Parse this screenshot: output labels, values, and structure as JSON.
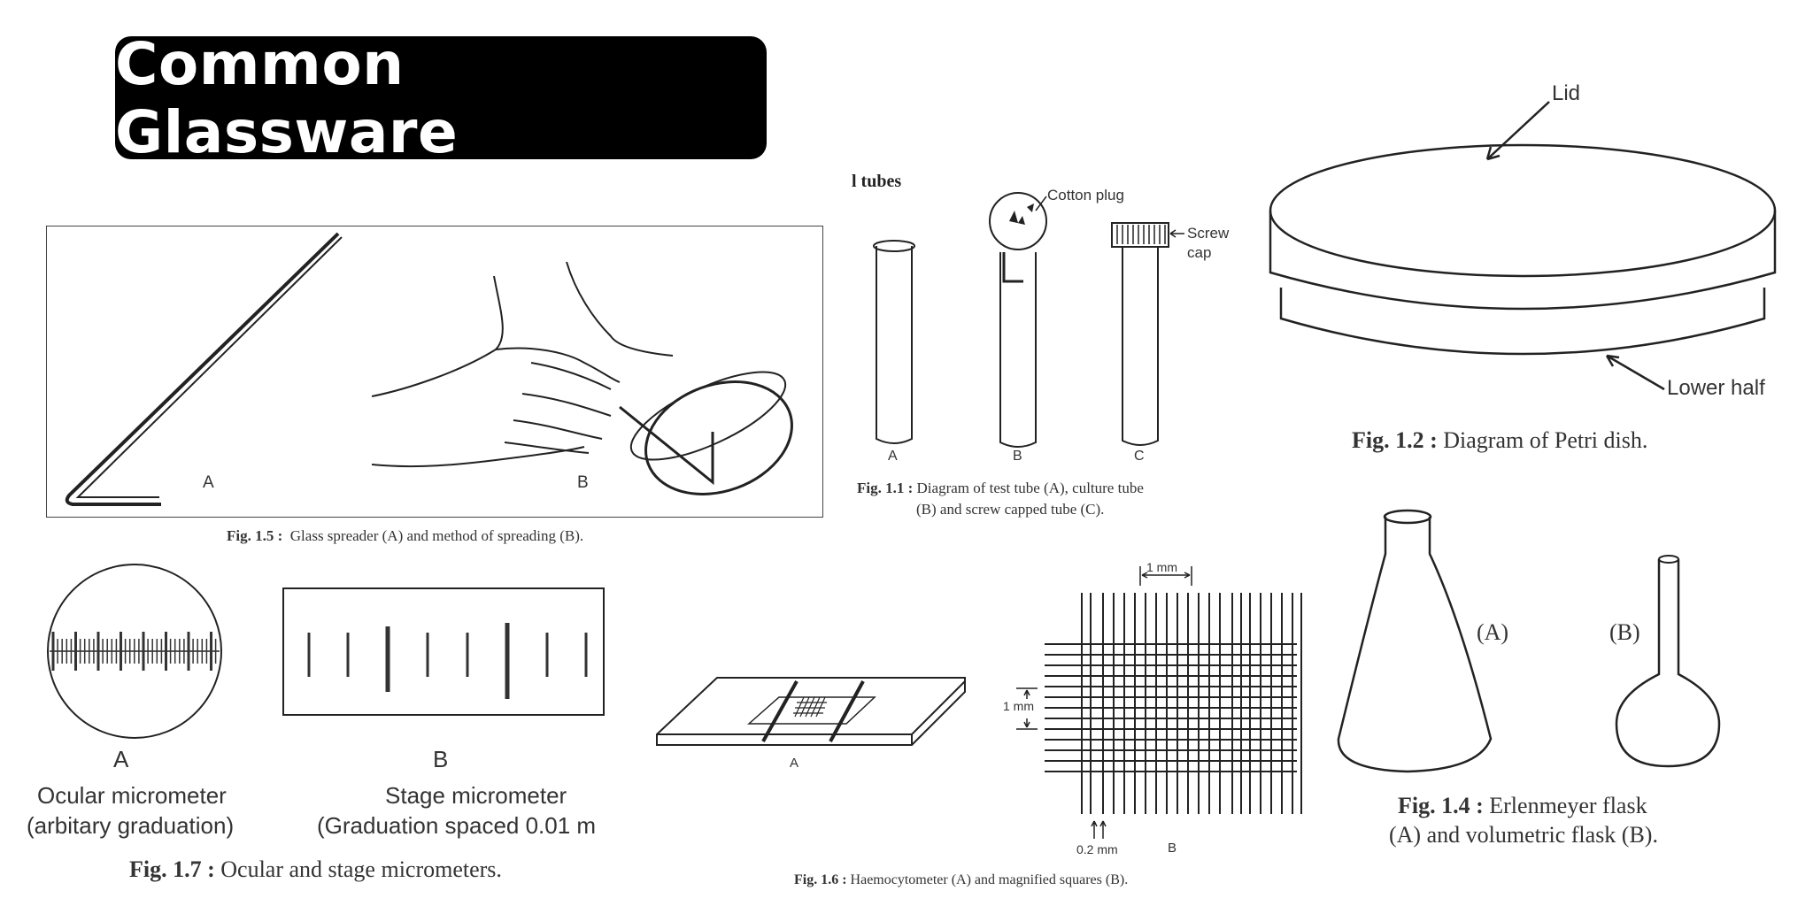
{
  "header": {
    "title": "Common Glassware"
  },
  "fig15": {
    "label_a": "A",
    "label_b": "B",
    "caption_num": "Fig. 1.5 :",
    "caption_text": "Glass spreader (A) and method of spreading (B)."
  },
  "fig11": {
    "heading": "l tubes",
    "cotton_plug": "Cotton plug",
    "screw": "Screw",
    "cap": "cap",
    "label_a": "A",
    "label_b": "B",
    "label_c": "C",
    "caption_num": "Fig. 1.1 :",
    "caption_line1": "Diagram of test tube (A), culture tube",
    "caption_line2": "(B) and screw capped tube (C)."
  },
  "fig12": {
    "lid": "Lid",
    "lower_half": "Lower half",
    "caption_num": "Fig. 1.2 :",
    "caption_text": "Diagram of Petri dish."
  },
  "fig17": {
    "label_a": "A",
    "label_b": "B",
    "ocular_line1": "Ocular micrometer",
    "ocular_line2": "(arbitary graduation)",
    "stage_line1": "Stage micrometer",
    "stage_line2": "(Graduation spaced 0.01 m",
    "caption_num": "Fig. 1.7 :",
    "caption_text": "Ocular and stage micrometers."
  },
  "fig16": {
    "label_a": "A",
    "label_b": "B",
    "scale_top": "1 mm",
    "scale_left": "1 mm",
    "scale_bottom": "0.2 mm",
    "caption_num": "Fig. 1.6 :",
    "caption_text": "Haemocytometer (A) and magnified squares (B)."
  },
  "fig14": {
    "label_a": "(A)",
    "label_b": "(B)",
    "caption_num": "Fig. 1.4 :",
    "caption_line1": "Erlenmeyer flask",
    "caption_line2": "(A) and volumetric flask (B)."
  }
}
